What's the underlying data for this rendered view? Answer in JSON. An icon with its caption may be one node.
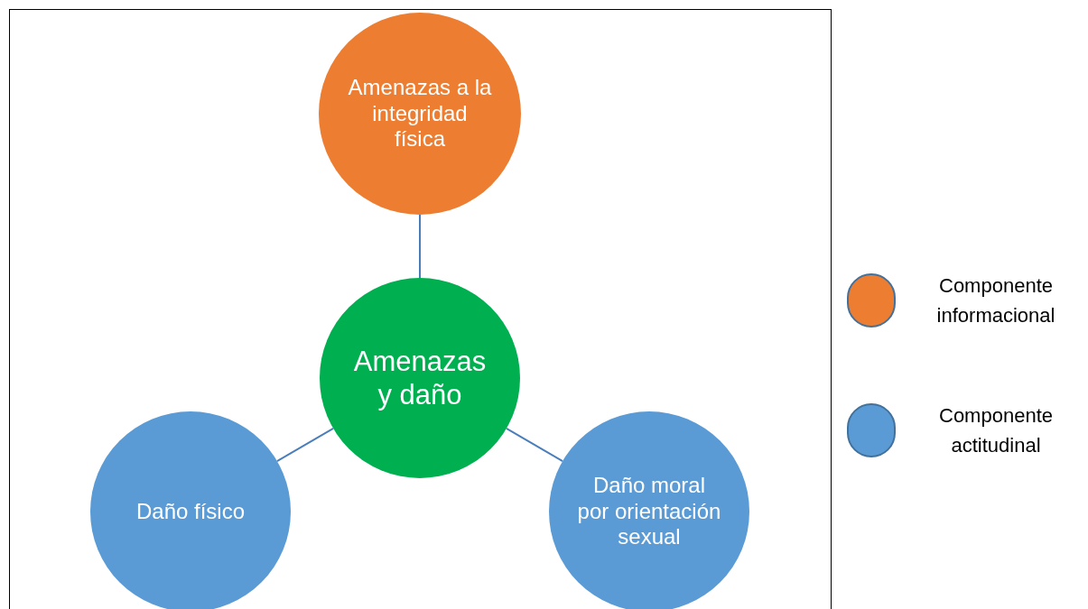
{
  "diagram": {
    "nodes": [
      {
        "text": [
          "Amenazas a la integridad física"
        ]
      },
      {
        "text": [
          "Amenazas y daño"
        ]
      },
      {
        "text": [
          "Daño físico"
        ]
      },
      {
        "text": [
          "Daño moral por orientación sexual"
        ]
      }
    ],
    "edges": [
      {
        "from": 1,
        "to": 0,
        "arrow": "none"
      },
      {
        "from": 1,
        "to": 2,
        "arrow": "none"
      },
      {
        "from": 1,
        "to": 3,
        "arrow": "none"
      }
    ],
    "legend": [
      {
        "text": "Componente informacional",
        "color": "#ed7d31"
      },
      {
        "text": "Componente actitudinal",
        "color": "#5b9bd5"
      }
    ]
  }
}
